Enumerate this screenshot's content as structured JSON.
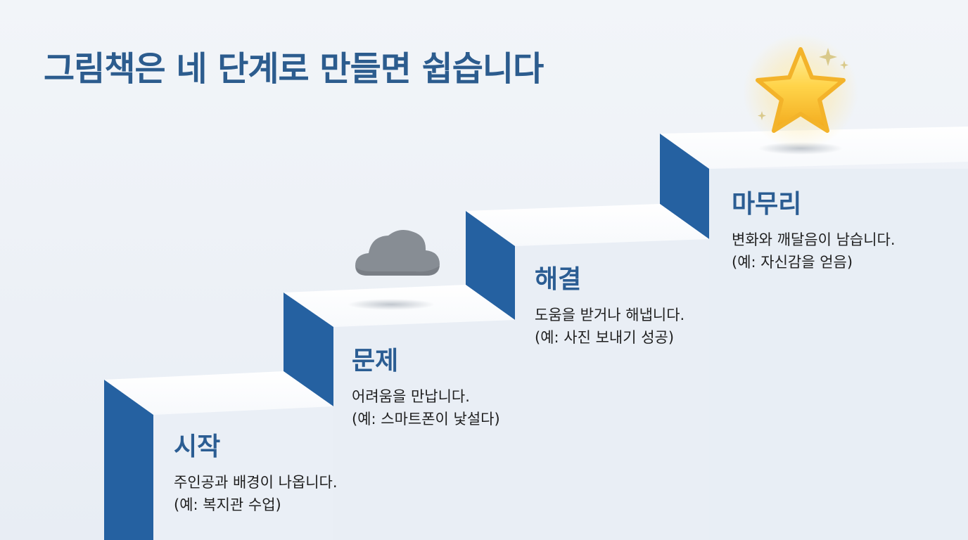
{
  "title": "그림책은 네 단계로 만들면 쉽습니다",
  "colors": {
    "title": "#2c5c8e",
    "step_side": "#2561a1",
    "step_top": "#ffffff",
    "step_front": "#e9eef5",
    "cloud": "#868c93",
    "star": "#ffc83a"
  },
  "icons": {
    "cloud": "cloud-icon",
    "star": "star-icon"
  },
  "steps": [
    {
      "title": "시작",
      "line1": "주인공과 배경이 나옵니다.",
      "line2": "(예: 복지관 수업)"
    },
    {
      "title": "문제",
      "line1": "어려움을 만납니다.",
      "line2": "(예: 스마트폰이 낯설다)"
    },
    {
      "title": "해결",
      "line1": "도움을 받거나 해냅니다.",
      "line2": "(예: 사진 보내기 성공)"
    },
    {
      "title": "마무리",
      "line1": "변화와 깨달음이 남습니다.",
      "line2": "(예: 자신감을 얻음)"
    }
  ]
}
